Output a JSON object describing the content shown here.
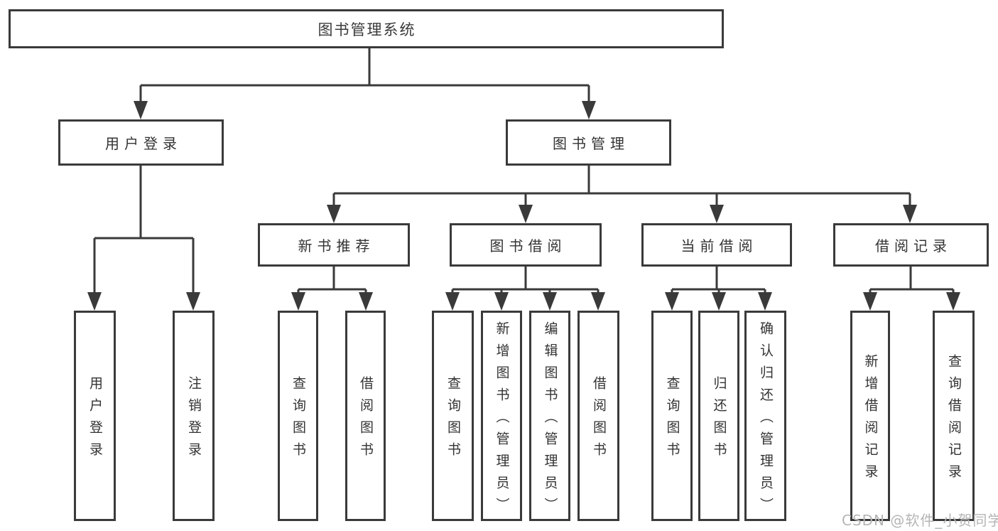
{
  "diagram_title": "图书管理系统",
  "colors": {
    "background": "#ffffff",
    "line": "#3a3a3a",
    "box_border": "#3a3a3a",
    "text": "#333333",
    "watermark": "#b5b5b5"
  },
  "nodes": {
    "root": {
      "label": "图书管理系统"
    },
    "user_login": {
      "label": "用户登录"
    },
    "book_management": {
      "label": "图书管理"
    },
    "new_book_recommend": {
      "label": "新书推荐"
    },
    "book_borrowing": {
      "label": "图书借阅"
    },
    "current_borrowing": {
      "label": "当前借阅"
    },
    "borrowing_records": {
      "label": "借阅记录"
    },
    "leaf_user_login": {
      "label": "用户登录"
    },
    "leaf_logout": {
      "label": "注销登录"
    },
    "leaf_nb_query_books": {
      "label": "查询图书"
    },
    "leaf_nb_borrow_books": {
      "label": "借阅图书"
    },
    "leaf_bb_query_books": {
      "label": "查询图书"
    },
    "leaf_bb_add_books": {
      "label": "新增图书（管理员）"
    },
    "leaf_bb_edit_books": {
      "label": "编辑图书（管理员）"
    },
    "leaf_bb_borrow_books": {
      "label": "借阅图书"
    },
    "leaf_cb_query_books": {
      "label": "查询图书"
    },
    "leaf_cb_return_books": {
      "label": "归还图书"
    },
    "leaf_cb_confirm_return": {
      "label": "确认归还（管理员）"
    },
    "leaf_br_add_record": {
      "label": "新增借阅记录"
    },
    "leaf_br_query_record": {
      "label": "查询借阅记录"
    }
  },
  "hierarchy": {
    "图书管理系统": [
      "用户登录",
      "图书管理"
    ],
    "用户登录": [
      "用户登录",
      "注销登录"
    ],
    "图书管理": [
      "新书推荐",
      "图书借阅",
      "当前借阅",
      "借阅记录"
    ],
    "新书推荐": [
      "查询图书",
      "借阅图书"
    ],
    "图书借阅": [
      "查询图书",
      "新增图书（管理员）",
      "编辑图书（管理员）",
      "借阅图书"
    ],
    "当前借阅": [
      "查询图书",
      "归还图书",
      "确认归还（管理员）"
    ],
    "借阅记录": [
      "新增借阅记录",
      "查询借阅记录"
    ]
  },
  "watermark": {
    "text": "CSDN @软件_小贺同学"
  }
}
